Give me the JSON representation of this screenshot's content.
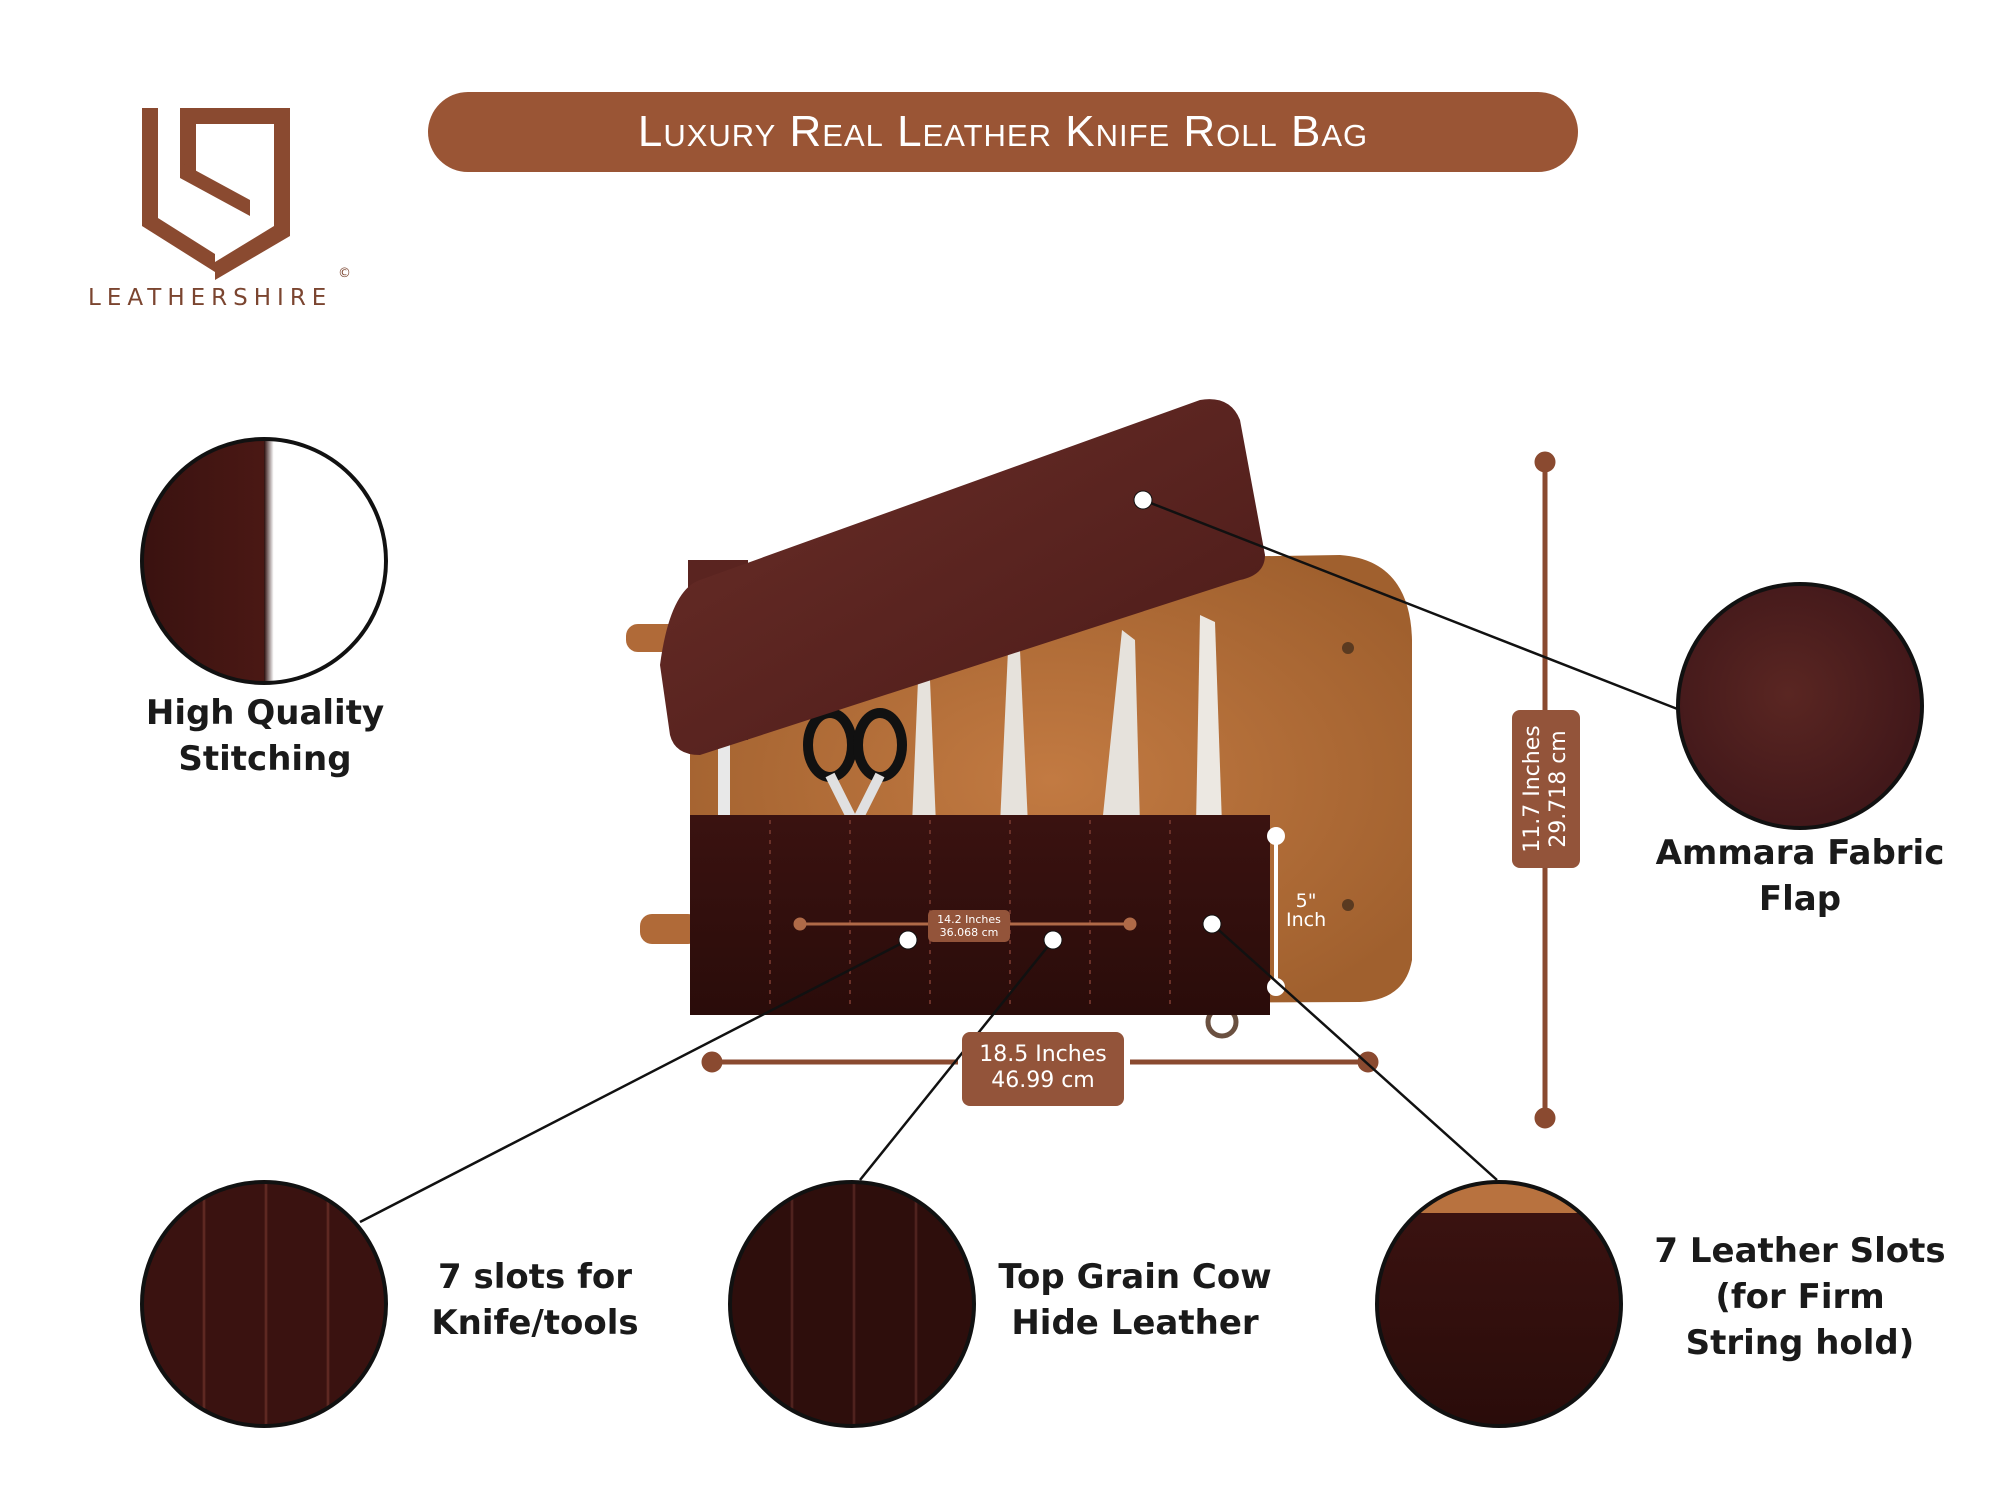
{
  "brand": {
    "name": "LEATHERSHIRE",
    "copyright": "©"
  },
  "title": "Luxury Real Leather Knife Roll Bag",
  "features": {
    "stitching": [
      "High Quality",
      "Stitching"
    ],
    "flap": [
      "Ammara Fabric",
      "Flap"
    ],
    "slots": [
      "7 slots for",
      "Knife/tools"
    ],
    "leather": [
      "Top Grain Cow",
      "Hide Leather"
    ],
    "strings": [
      "7 Leather Slots",
      "(for Firm",
      "String hold)"
    ]
  },
  "dimensions": {
    "width": [
      "18.5 Inches",
      "46.99 cm"
    ],
    "height": [
      "11.7 Inches",
      "29.718 cm"
    ],
    "pocket_width": [
      "14.2 Inches",
      "36.068 cm"
    ],
    "pocket_height": [
      "5\"",
      "Inch"
    ]
  },
  "colors": {
    "brand_brown": "#9a5535",
    "dark_leather": "#3a1510",
    "tan_leather": "#b8723f"
  }
}
